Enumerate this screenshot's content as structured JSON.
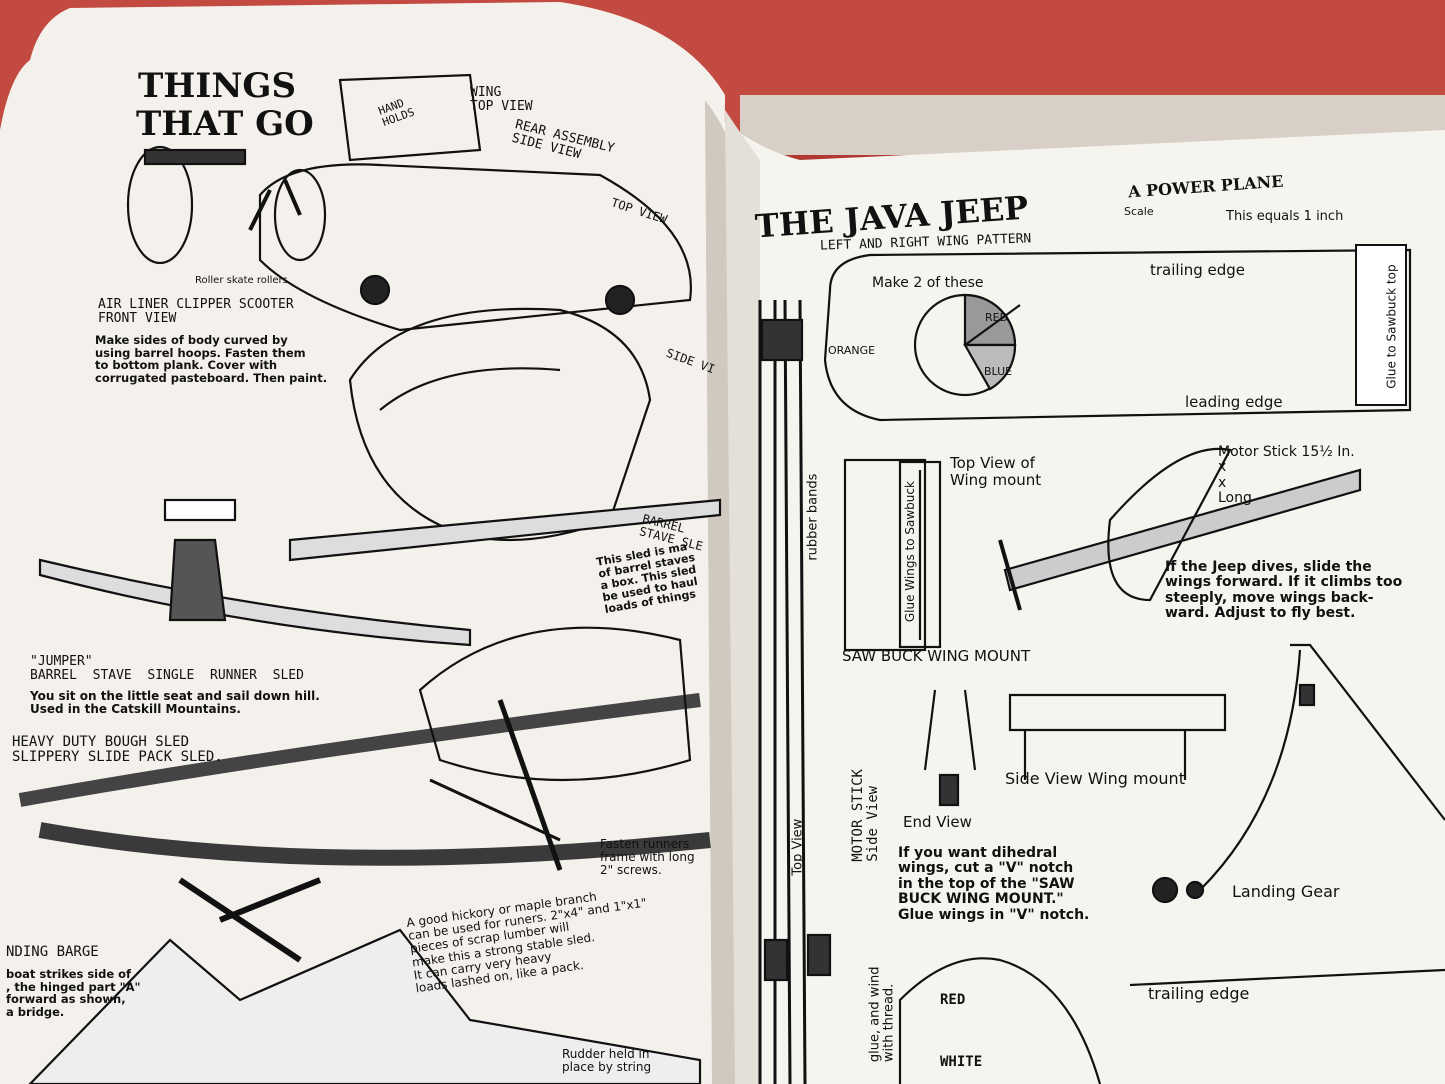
{
  "left_page": {
    "title_line1": "THINGS",
    "title_line2": "THAT GO",
    "wing_top_view": "WING\nTOP VIEW",
    "hand_holds": "HAND\nHOLDS",
    "rear_assembly": "REAR ASSEMBLY\nSIDE VIEW",
    "top_view": "TOP VIEW",
    "side_view": "SIDE VI",
    "roller_skate": "Roller skate rollers",
    "airliner_title": "AIR LINER CLIPPER SCOOTER\nFRONT VIEW",
    "airliner_text": "Make sides of body curved by\nusing barrel hoops. Fasten them\nto bottom plank. Cover with\ncorrugated pasteboard. Then paint.",
    "barrel_stave": "BARREL\nSTAVE SLE",
    "barrel_text": "This sled is ma\nof barrel staves\na box. This sled\nbe used to haul\nloads of things",
    "jumper_title": "\"JUMPER\"\nBARREL  STAVE  SINGLE  RUNNER  SLED",
    "jumper_text": "You sit on the little seat and sail down hill.\nUsed in the Catskill Mountains.",
    "bough_title": "HEAVY DUTY BOUGH SLED\nSLIPPERY SLIDE PACK SLED.",
    "fasten_runners": "Fasten runners\nframe with long\n2\" screws.",
    "hickory_text": "A good hickory or maple branch\ncan be used for runers. 2\"x4\" and 1\"x1\"\npieces of scrap lumber will\nmake this a strong stable sled.\nIt can carry very heavy\nloads lashed on, like a pack.",
    "landing_barge": "NDING BARGE",
    "barge_text": "boat strikes side of\n, the hinged part \"A\"\nforward as shown,\na bridge.",
    "rudder": "Rudder held in\nplace by string"
  },
  "right_page": {
    "title": "THE JAVA JEEP",
    "subtitle": "A POWER PLANE",
    "scale": "Scale",
    "scale_note": "This equals 1 inch",
    "wing_pattern": "LEFT AND RIGHT WING PATTERN",
    "make_two": "Make 2 of these",
    "trailing_edge": "trailing edge",
    "leading_edge": "leading edge",
    "glue_sawbuck": "Glue to Sawbuck top",
    "red": "RED",
    "orange": "ORANGE",
    "blue": "BLUE",
    "top_view_mount": "Top View of\nWing mount",
    "motor_stick": "Motor Stick 15½ In.\nx\nx\nLong",
    "rubber_bands": "rubber bands",
    "glue_wings": "Glue Wings to Sawbuck",
    "dive_text": "If the Jeep dives, slide the\nwings forward. If it climbs too\nsteeply, move wings back-\nward. Adjust to fly best.",
    "sawbuck_mount": "SAW BUCK WING MOUNT",
    "side_view_mount": "Side View Wing mount",
    "end_view": "End View",
    "dihedral_text": "If you want dihedral\nwings, cut a \"V\" notch\nin the top of the \"SAW\nBUCK WING MOUNT.\"\nGlue wings in \"V\" notch.",
    "landing_gear": "Landing Gear",
    "top_view": "Top View",
    "motor_stick_side": "MOTOR STICK\nSide View",
    "glue_wind": "glue, and wind\nwith thread.",
    "red2": "RED",
    "white": "WHITE",
    "trailing_edge2": "trailing edge"
  }
}
